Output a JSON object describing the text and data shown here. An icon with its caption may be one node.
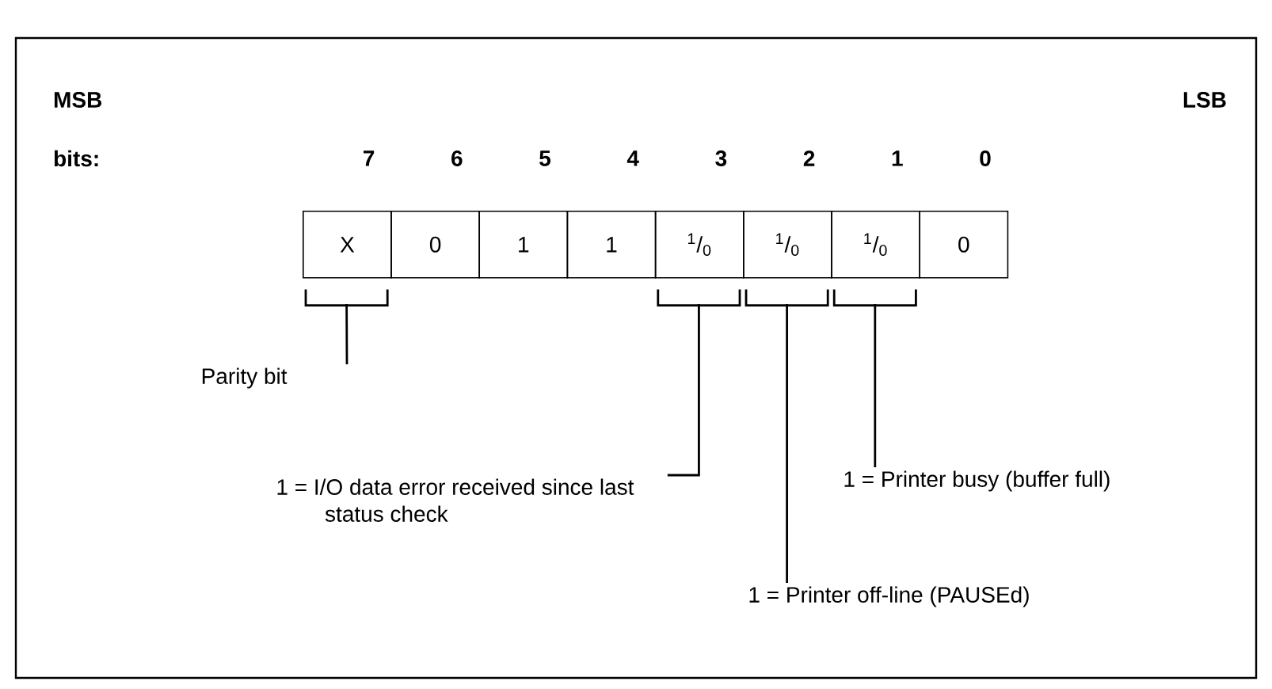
{
  "diagram": {
    "nodes": [
      {
        "text": [
          "X"
        ]
      },
      {
        "text": [
          "0"
        ]
      },
      {
        "text": [
          "1"
        ]
      },
      {
        "text": [
          "1"
        ]
      },
      {
        "text": [
          "$^{1}$/$_{0}$"
        ]
      },
      {
        "text": [
          "$^{1}$/$_{0}$"
        ]
      },
      {
        "text": [
          "$^{1}$/$_{0}$"
        ]
      },
      {
        "text": [
          "0"
        ]
      },
      {
        "text": [
          "Parity bit"
        ]
      },
      {
        "text": [
          "1 = I/O data error received since last status check"
        ]
      },
      {
        "text": [
          "1 = Printer busy (buffer full)"
        ]
      },
      {
        "text": [
          "1 = Printer off-line (PAUSEd)"
        ]
      }
    ],
    "edges": [
      {
        "from": 0,
        "to": 8,
        "arrow": "none"
      },
      {
        "from": 4,
        "to": 9,
        "arrow": "none"
      },
      {
        "from": 6,
        "to": 10,
        "arrow": "none"
      },
      {
        "from": 5,
        "to": 11,
        "arrow": "none"
      }
    ],
    "labels": [
      "MSB",
      "LSB",
      "bits:",
      "7",
      "6",
      "5",
      "4",
      "3",
      "2",
      "1",
      "0"
    ]
  }
}
